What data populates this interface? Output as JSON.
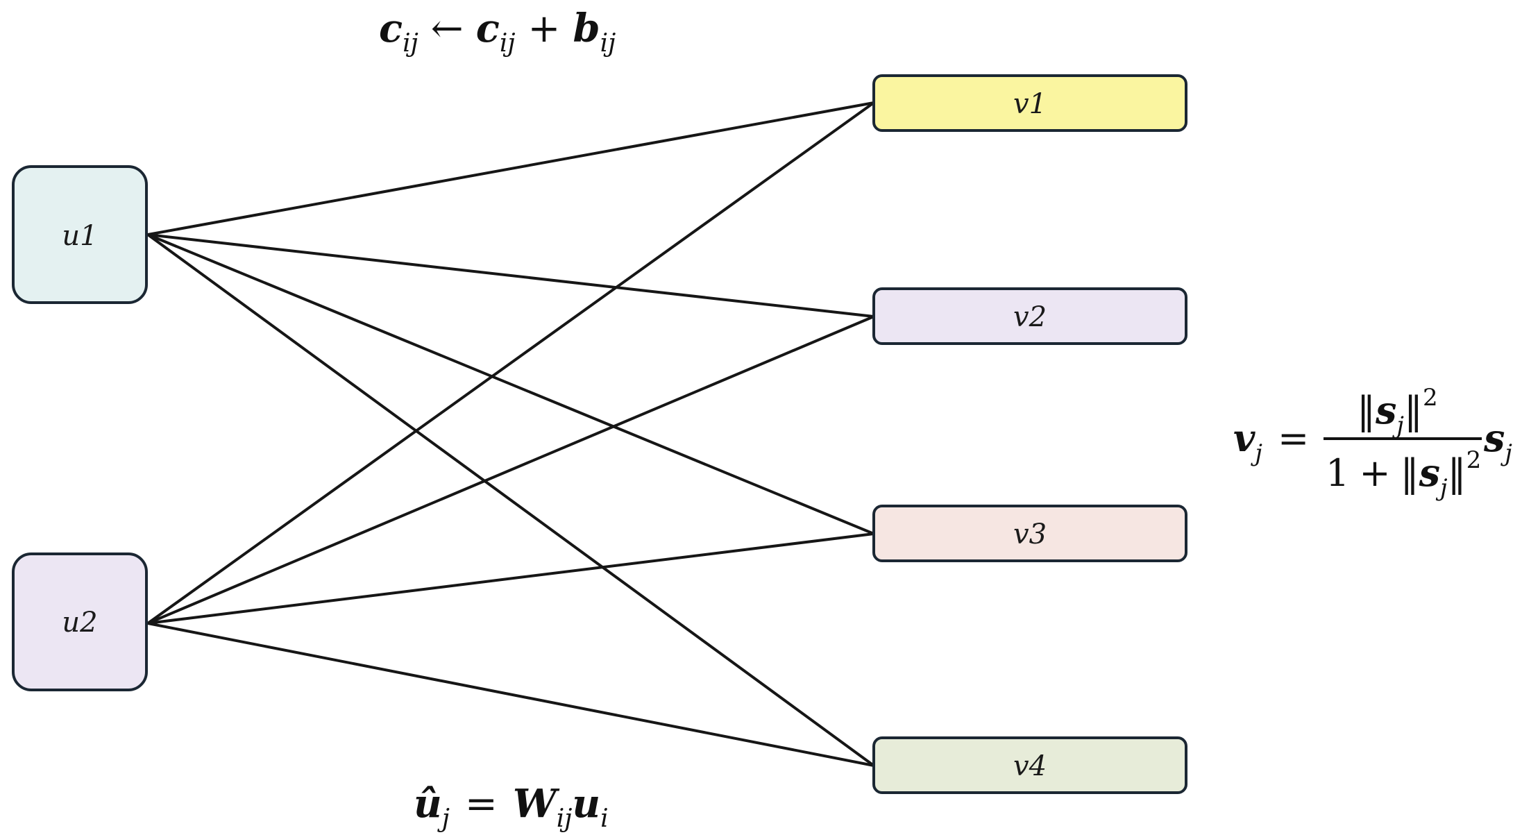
{
  "nodes": {
    "u1": {
      "label": "u1",
      "fill": "#e4f1f1"
    },
    "u2": {
      "label": "u2",
      "fill": "#ece6f3"
    },
    "v1": {
      "label": "v1",
      "fill": "#faf5a0"
    },
    "v2": {
      "label": "v2",
      "fill": "#ece6f3"
    },
    "v3": {
      "label": "v3",
      "fill": "#f6e6e2"
    },
    "v4": {
      "label": "v4",
      "fill": "#e7ecd9"
    }
  },
  "edges": [
    [
      "u1",
      "v1"
    ],
    [
      "u1",
      "v2"
    ],
    [
      "u1",
      "v3"
    ],
    [
      "u1",
      "v4"
    ],
    [
      "u2",
      "v1"
    ],
    [
      "u2",
      "v2"
    ],
    [
      "u2",
      "v3"
    ],
    [
      "u2",
      "v4"
    ]
  ],
  "equations": {
    "routing_update": "c_ij ← c_ij + b_ij",
    "prediction": "û_j = W_ij u_i",
    "squash": "v_j = ‖s_j‖² / (1 + ‖s_j‖²) s_j",
    "text": {
      "c": "c",
      "ij": "ij",
      "larrow": "←",
      "plus": "+",
      "b": "b",
      "uhat": "û",
      "j": "j",
      "eq": "=",
      "W": "W",
      "u": "u",
      "i": "i",
      "v": "v",
      "s": "s",
      "norm": "‖",
      "sq": "2",
      "one": "1"
    }
  }
}
